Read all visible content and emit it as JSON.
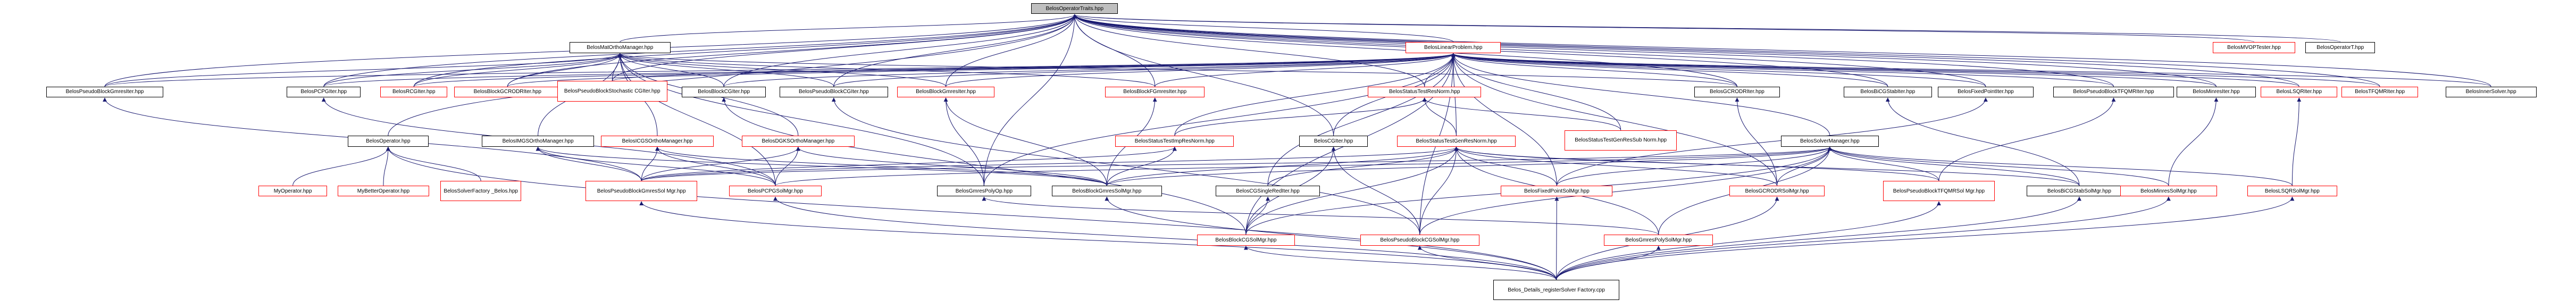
{
  "diagram": {
    "title": "",
    "colors": {
      "node_border_default": "#000000",
      "node_border_red": "#ff0000",
      "root_fill": "#bfbfbf",
      "edge_dark": "#191970",
      "edge_black": "#000000"
    },
    "nodes": {
      "root": "BelosOperatorTraits.hpp",
      "matOrtho": "BelosMatOrthoManager.hpp",
      "linProb": "BelosLinearProblem.hpp",
      "mvopTester": "BelosMVOPTester.hpp",
      "opT": "BelosOperatorT.hpp",
      "pseudoBlockGmresIter": "BelosPseudoBlockGmresIter.hpp",
      "pcpgIter": "BelosPCPGIter.hpp",
      "rcgIter": "BelosRCGIter.hpp",
      "blockGcrodrIter": "BelosBlockGCRODRIter.hpp",
      "pseudoBlockStochCG": "BelosPseudoBlockStochastic\nCGIter.hpp",
      "blockCGIter": "BelosBlockCGIter.hpp",
      "pseudoBlockCGIter": "BelosPseudoBlockCGIter.hpp",
      "blockGmresIter": "BelosBlockGmresIter.hpp",
      "blockFGmresIter": "BelosBlockFGmresIter.hpp",
      "statusTestResNorm": "BelosStatusTestResNorm.hpp",
      "gcrodrIter": "BelosGCRODRIter.hpp",
      "bicgstabIter": "BelosBiCGStabIter.hpp",
      "fixedPointIter": "BelosFixedPointIter.hpp",
      "pseudoBlockTFQMRIter": "BelosPseudoBlockTFQMRIter.hpp",
      "minresIter": "BelosMinresIter.hpp",
      "lsqrIter": "BelosLSQRIter.hpp",
      "tfqmrIter": "BelosTFQMRIter.hpp",
      "innerSolver": "BelosInnerSolver.hpp",
      "operator": "BelosOperator.hpp",
      "imgsOrtho": "BelosIMGSOrthoManager.hpp",
      "icgsOrtho": "BelosICGSOrthoManager.hpp",
      "dgksOrtho": "BelosDGKSOrthoManager.hpp",
      "statusTestImpResNorm": "BelosStatusTestImpResNorm.hpp",
      "statusTestGenResNorm": "BelosStatusTestGenResNorm.hpp",
      "statusTestGenResSubNorm": "BelosStatusTestGenResSub\nNorm.hpp",
      "cgIter": "BelosCGIter.hpp",
      "solverManager": "BelosSolverManager.hpp",
      "myOperator": "MyOperator.hpp",
      "myBetterOperator": "MyBetterOperator.hpp",
      "solverFactoryBelos": "BelosSolverFactory\n_Belos.hpp",
      "pseudoBlockGmresSolMgr": "BelosPseudoBlockGmresSol\nMgr.hpp",
      "pcpgSolMgr": "BelosPCPGSolMgr.hpp",
      "gmresPolyOp": "BelosGmresPolyOp.hpp",
      "blockGmresSolMgr": "BelosBlockGmresSolMgr.hpp",
      "cgSingleRedIter": "BelosCGSingleRedIter.hpp",
      "fixedPointSolMgr": "BelosFixedPointSolMgr.hpp",
      "gcrodrSolMgr": "BelosGCRODRSolMgr.hpp",
      "pseudoBlockTFQMRSolMgr": "BelosPseudoBlockTFQMRSol\nMgr.hpp",
      "bicgstabSolMgr": "BelosBiCGStabSolMgr.hpp",
      "minresSolMgr": "BelosMinresSolMgr.hpp",
      "lsqrSolMgr": "BelosLSQRSolMgr.hpp",
      "blockCGSolMgr": "BelosBlockCGSolMgr.hpp",
      "pseudoBlockCGSolMgr": "BelosPseudoBlockCGSolMgr.hpp",
      "gmresPolySolMgr": "BelosGmresPolySolMgr.hpp",
      "registerSolverFactory": "Belos_Details_registerSolver\nFactory.cpp"
    },
    "edges": [
      [
        "root",
        "matOrtho"
      ],
      [
        "root",
        "linProb"
      ],
      [
        "root",
        "mvopTester"
      ],
      [
        "root",
        "opT"
      ],
      [
        "root",
        "pseudoBlockGmresIter"
      ],
      [
        "root",
        "pcpgIter"
      ],
      [
        "root",
        "rcgIter"
      ],
      [
        "root",
        "blockGcrodrIter"
      ],
      [
        "root",
        "blockCGIter"
      ],
      [
        "root",
        "pseudoBlockCGIter"
      ],
      [
        "root",
        "blockGmresIter"
      ],
      [
        "root",
        "blockFGmresIter"
      ],
      [
        "root",
        "gcrodrIter"
      ],
      [
        "root",
        "bicgstabIter"
      ],
      [
        "root",
        "fixedPointIter"
      ],
      [
        "root",
        "pseudoBlockTFQMRIter"
      ],
      [
        "root",
        "minresIter"
      ],
      [
        "root",
        "lsqrIter"
      ],
      [
        "root",
        "tfqmrIter"
      ],
      [
        "root",
        "innerSolver"
      ],
      [
        "root",
        "operator"
      ],
      [
        "root",
        "cgIter"
      ],
      [
        "root",
        "statusTestResNorm"
      ],
      [
        "root",
        "pseudoBlockStochCG"
      ],
      [
        "root",
        "gmresPolyOp"
      ],
      [
        "matOrtho",
        "pseudoBlockGmresIter"
      ],
      [
        "matOrtho",
        "pcpgIter"
      ],
      [
        "matOrtho",
        "rcgIter"
      ],
      [
        "matOrtho",
        "blockGcrodrIter"
      ],
      [
        "matOrtho",
        "pseudoBlockStochCG"
      ],
      [
        "matOrtho",
        "blockCGIter"
      ],
      [
        "matOrtho",
        "pseudoBlockCGIter"
      ],
      [
        "matOrtho",
        "blockGmresIter"
      ],
      [
        "matOrtho",
        "blockFGmresIter"
      ],
      [
        "matOrtho",
        "gcrodrIter"
      ],
      [
        "matOrtho",
        "imgsOrtho"
      ],
      [
        "matOrtho",
        "icgsOrtho"
      ],
      [
        "matOrtho",
        "dgksOrtho"
      ],
      [
        "matOrtho",
        "pcpgSolMgr"
      ],
      [
        "matOrtho",
        "gmresPolyOp"
      ],
      [
        "linProb",
        "pseudoBlockGmresIter"
      ],
      [
        "linProb",
        "pcpgIter"
      ],
      [
        "linProb",
        "rcgIter"
      ],
      [
        "linProb",
        "blockGcrodrIter"
      ],
      [
        "linProb",
        "pseudoBlockStochCG"
      ],
      [
        "linProb",
        "blockCGIter"
      ],
      [
        "linProb",
        "pseudoBlockCGIter"
      ],
      [
        "linProb",
        "blockGmresIter"
      ],
      [
        "linProb",
        "blockFGmresIter"
      ],
      [
        "linProb",
        "statusTestResNorm"
      ],
      [
        "linProb",
        "gcrodrIter"
      ],
      [
        "linProb",
        "bicgstabIter"
      ],
      [
        "linProb",
        "fixedPointIter"
      ],
      [
        "linProb",
        "pseudoBlockTFQMRIter"
      ],
      [
        "linProb",
        "minresIter"
      ],
      [
        "linProb",
        "lsqrIter"
      ],
      [
        "linProb",
        "tfqmrIter"
      ],
      [
        "linProb",
        "innerSolver"
      ],
      [
        "linProb",
        "cgIter"
      ],
      [
        "linProb",
        "solverManager"
      ],
      [
        "linProb",
        "statusTestGenResNorm"
      ],
      [
        "linProb",
        "statusTestImpResNorm"
      ],
      [
        "linProb",
        "statusTestGenResSubNorm"
      ],
      [
        "linProb",
        "cgSingleRedIter"
      ],
      [
        "linProb",
        "gmresPolyOp"
      ],
      [
        "linProb",
        "fixedPointSolMgr"
      ],
      [
        "linProb",
        "blockCGSolMgr"
      ],
      [
        "linProb",
        "pseudoBlockCGSolMgr"
      ],
      [
        "linProb",
        "gcrodrSolMgr"
      ],
      [
        "statusTestResNorm",
        "statusTestGenResNorm"
      ],
      [
        "statusTestResNorm",
        "statusTestImpResNorm"
      ],
      [
        "statusTestResNorm",
        "statusTestGenResSubNorm"
      ],
      [
        "statusTestGenResNorm",
        "pseudoBlockGmresSolMgr"
      ],
      [
        "statusTestGenResNorm",
        "blockGmresSolMgr"
      ],
      [
        "statusTestGenResNorm",
        "blockCGSolMgr"
      ],
      [
        "statusTestGenResNorm",
        "pseudoBlockCGSolMgr"
      ],
      [
        "statusTestGenResNorm",
        "fixedPointSolMgr"
      ],
      [
        "statusTestGenResNorm",
        "gcrodrSolMgr"
      ],
      [
        "statusTestGenResNorm",
        "bicgstabSolMgr"
      ],
      [
        "statusTestGenResNorm",
        "pseudoBlockTFQMRSolMgr"
      ],
      [
        "statusTestGenResNorm",
        "gmresPolySolMgr"
      ],
      [
        "statusTestGenResNorm",
        "cgSingleRedIter"
      ],
      [
        "statusTestImpResNorm",
        "blockGmresSolMgr"
      ],
      [
        "statusTestImpResNorm",
        "pseudoBlockGmresSolMgr"
      ],
      [
        "pseudoBlockGmresIter",
        "pseudoBlockGmresSolMgr"
      ],
      [
        "pcpgIter",
        "pcpgSolMgr"
      ],
      [
        "blockGmresIter",
        "blockGmresSolMgr"
      ],
      [
        "blockGmresIter",
        "gmresPolyOp"
      ],
      [
        "blockFGmresIter",
        "blockGmresSolMgr"
      ],
      [
        "blockCGIter",
        "blockCGSolMgr"
      ],
      [
        "pseudoBlockCGIter",
        "pseudoBlockCGSolMgr"
      ],
      [
        "gcrodrIter",
        "gcrodrSolMgr"
      ],
      [
        "bicgstabIter",
        "bicgstabSolMgr"
      ],
      [
        "fixedPointIter",
        "fixedPointSolMgr"
      ],
      [
        "pseudoBlockTFQMRIter",
        "pseudoBlockTFQMRSolMgr"
      ],
      [
        "minresIter",
        "minresSolMgr"
      ],
      [
        "lsqrIter",
        "lsqrSolMgr"
      ],
      [
        "cgIter",
        "blockCGSolMgr"
      ],
      [
        "cgIter",
        "pseudoBlockCGSolMgr"
      ],
      [
        "cgSingleRedIter",
        "blockCGSolMgr"
      ],
      [
        "operator",
        "myOperator"
      ],
      [
        "operator",
        "myBetterOperator"
      ],
      [
        "operator",
        "solverFactoryBelos"
      ],
      [
        "operator",
        "registerSolverFactory"
      ],
      [
        "imgsOrtho",
        "pseudoBlockGmresSolMgr"
      ],
      [
        "imgsOrtho",
        "pcpgSolMgr"
      ],
      [
        "imgsOrtho",
        "blockGmresSolMgr"
      ],
      [
        "icgsOrtho",
        "pseudoBlockGmresSolMgr"
      ],
      [
        "icgsOrtho",
        "pcpgSolMgr"
      ],
      [
        "icgsOrtho",
        "blockGmresSolMgr"
      ],
      [
        "dgksOrtho",
        "pseudoBlockGmresSolMgr"
      ],
      [
        "dgksOrtho",
        "pcpgSolMgr"
      ],
      [
        "dgksOrtho",
        "blockGmresSolMgr"
      ],
      [
        "solverManager",
        "pseudoBlockGmresSolMgr"
      ],
      [
        "solverManager",
        "pcpgSolMgr"
      ],
      [
        "solverManager",
        "blockGmresSolMgr"
      ],
      [
        "solverManager",
        "fixedPointSolMgr"
      ],
      [
        "solverManager",
        "gcrodrSolMgr"
      ],
      [
        "solverManager",
        "pseudoBlockTFQMRSolMgr"
      ],
      [
        "solverManager",
        "bicgstabSolMgr"
      ],
      [
        "solverManager",
        "minresSolMgr"
      ],
      [
        "solverManager",
        "lsqrSolMgr"
      ],
      [
        "solverManager",
        "blockCGSolMgr"
      ],
      [
        "solverManager",
        "pseudoBlockCGSolMgr"
      ],
      [
        "solverManager",
        "gmresPolySolMgr"
      ],
      [
        "gmresPolyOp",
        "gmresPolySolMgr"
      ],
      [
        "pseudoBlockGmresSolMgr",
        "registerSolverFactory"
      ],
      [
        "pcpgSolMgr",
        "registerSolverFactory"
      ],
      [
        "blockGmresSolMgr",
        "registerSolverFactory"
      ],
      [
        "fixedPointSolMgr",
        "registerSolverFactory"
      ],
      [
        "gcrodrSolMgr",
        "registerSolverFactory"
      ],
      [
        "pseudoBlockTFQMRSolMgr",
        "registerSolverFactory"
      ],
      [
        "bicgstabSolMgr",
        "registerSolverFactory"
      ],
      [
        "minresSolMgr",
        "registerSolverFactory"
      ],
      [
        "lsqrSolMgr",
        "registerSolverFactory"
      ],
      [
        "blockCGSolMgr",
        "registerSolverFactory"
      ],
      [
        "pseudoBlockCGSolMgr",
        "registerSolverFactory"
      ],
      [
        "gmresPolySolMgr",
        "registerSolverFactory"
      ]
    ]
  }
}
